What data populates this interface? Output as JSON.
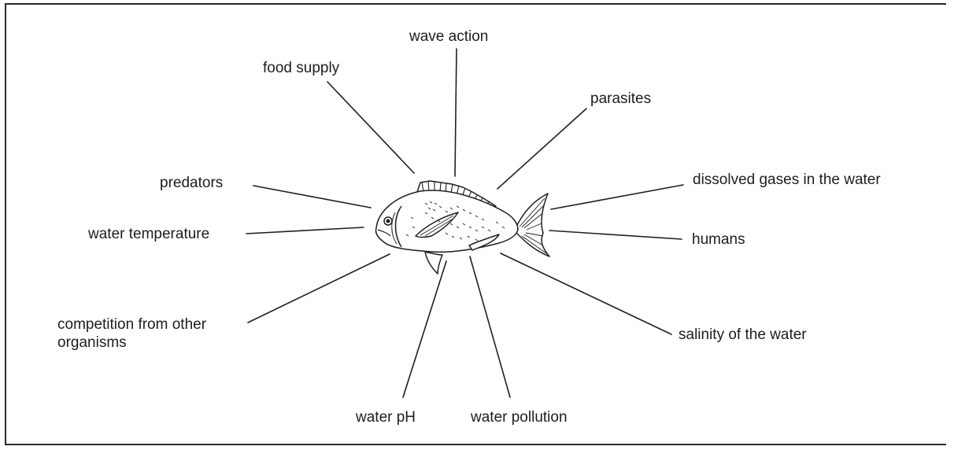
{
  "diagram": {
    "subject": "fish",
    "labels": {
      "wave_action": "wave action",
      "food_supply": "food supply",
      "parasites": "parasites",
      "predators": "predators",
      "dissolved_gases": "dissolved gases in the water",
      "water_temperature": "water temperature",
      "humans": "humans",
      "competition": "competition from other organisms",
      "salinity": "salinity of the water",
      "water_ph": "water pH",
      "water_pollution": "water pollution"
    }
  }
}
